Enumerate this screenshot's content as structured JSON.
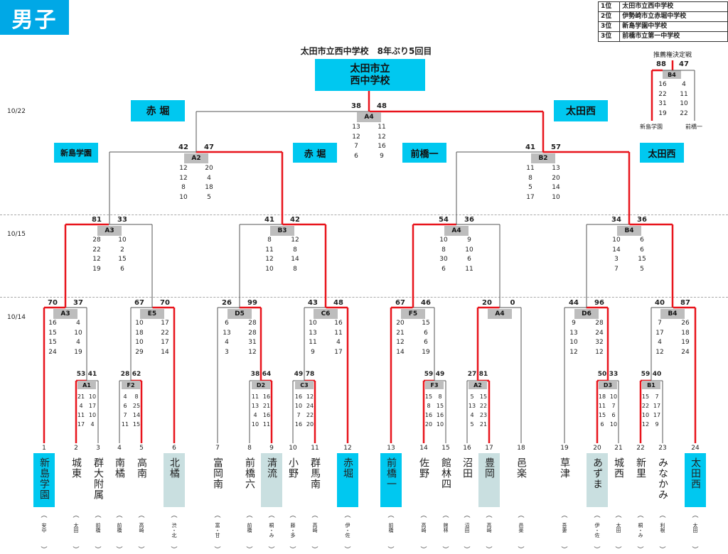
{
  "header": {
    "category": "男子",
    "title": "太田市立西中学校　8年ぶり5回目",
    "champion_line1": "太田市立",
    "champion_line2": "西中学校"
  },
  "rankings": [
    {
      "rank": "1位",
      "school": "太田市立西中学校"
    },
    {
      "rank": "2位",
      "school": "伊勢崎市立赤堀中学校"
    },
    {
      "rank": "3位",
      "school": "新島学園中学校"
    },
    {
      "rank": "3位",
      "school": "前橋市立第一中学校"
    }
  ],
  "dates": {
    "d1": "10/22",
    "d2": "10/15",
    "d3": "10/14"
  },
  "winner_boxes": {
    "akahori_top": "赤 堀",
    "ota_west_top": "太田西",
    "shinjima": "新島学園",
    "akahori_mid": "赤 堀",
    "maebashi1": "前橋一",
    "ota_west_mid": "太田西"
  },
  "recommend": {
    "label": "推薦権決定戦",
    "court": "B4",
    "score_left": "88",
    "score_right": "47",
    "left": [
      "16",
      "22",
      "31",
      "19"
    ],
    "right": [
      "4",
      "11",
      "10",
      "22"
    ],
    "team_left": "新島学園",
    "team_right": "前橋一"
  },
  "final": {
    "court": "A4",
    "score_left": "38",
    "score_right": "48",
    "left": [
      "13",
      "12",
      "7",
      "6"
    ],
    "right": [
      "11",
      "12",
      "16",
      "9"
    ]
  },
  "semis": [
    {
      "court": "A2",
      "score_left": "42",
      "score_right": "47",
      "left": [
        "12",
        "12",
        "8",
        "10"
      ],
      "right": [
        "20",
        "4",
        "18",
        "5"
      ]
    },
    {
      "court": "B2",
      "score_left": "41",
      "score_right": "57",
      "left": [
        "11",
        "8",
        "5",
        "17"
      ],
      "right": [
        "13",
        "20",
        "14",
        "10"
      ]
    }
  ],
  "quarters": [
    {
      "court": "A3",
      "score_left": "81",
      "score_right": "33",
      "left": [
        "28",
        "22",
        "12",
        "19"
      ],
      "right": [
        "10",
        "2",
        "15",
        "6"
      ]
    },
    {
      "court": "B3",
      "score_left": "41",
      "score_right": "42",
      "left": [
        "8",
        "11",
        "12",
        "10"
      ],
      "right": [
        "12",
        "8",
        "14",
        "8"
      ]
    },
    {
      "court": "A4",
      "score_left": "54",
      "score_right": "36",
      "left": [
        "10",
        "8",
        "30",
        "6"
      ],
      "right": [
        "9",
        "10",
        "6",
        "11"
      ]
    },
    {
      "court": "B4",
      "score_left": "34",
      "score_right": "36",
      "left": [
        "10",
        "14",
        "3",
        "7"
      ],
      "right": [
        "6",
        "6",
        "15",
        "5"
      ]
    }
  ],
  "round2": [
    {
      "court": "A3",
      "score_left": "70",
      "score_right": "37",
      "left": [
        "16",
        "15",
        "15",
        "24"
      ],
      "right": [
        "4",
        "10",
        "4",
        "19"
      ]
    },
    {
      "court": "E5",
      "score_left": "67",
      "score_right": "70",
      "left": [
        "10",
        "18",
        "10",
        "29"
      ],
      "right": [
        "17",
        "22",
        "17",
        "14"
      ]
    },
    {
      "court": "D5",
      "score_left": "26",
      "score_right": "99",
      "left": [
        "6",
        "13",
        "4",
        "3"
      ],
      "right": [
        "28",
        "28",
        "31",
        "12"
      ]
    },
    {
      "court": "C6",
      "score_left": "43",
      "score_right": "48",
      "left": [
        "10",
        "13",
        "11",
        "9"
      ],
      "right": [
        "16",
        "11",
        "4",
        "17"
      ]
    },
    {
      "court": "F5",
      "score_left": "67",
      "score_right": "46",
      "left": [
        "20",
        "21",
        "12",
        "14"
      ],
      "right": [
        "15",
        "6",
        "6",
        "19"
      ]
    },
    {
      "court": "A4",
      "score_left": "20",
      "score_right": "0",
      "left": [],
      "right": []
    },
    {
      "court": "D6",
      "score_left": "44",
      "score_right": "96",
      "left": [
        "9",
        "13",
        "10",
        "12"
      ],
      "right": [
        "28",
        "24",
        "32",
        "12"
      ]
    },
    {
      "court": "B4",
      "score_left": "40",
      "score_right": "87",
      "left": [
        "7",
        "17",
        "4",
        "12"
      ],
      "right": [
        "26",
        "18",
        "19",
        "24"
      ]
    }
  ],
  "round1": [
    {
      "court": "A1",
      "score_left": "53",
      "score_right": "41",
      "left": [
        "21",
        "4",
        "11",
        "17"
      ],
      "right": [
        "10",
        "17",
        "10",
        "4"
      ]
    },
    {
      "court": "F2",
      "score_left": "28",
      "score_right": "62",
      "left": [
        "4",
        "6",
        "7",
        "11"
      ],
      "right": [
        "8",
        "25",
        "14",
        "15"
      ]
    },
    {
      "court": "D2",
      "score_left": "38",
      "score_right": "64",
      "left": [
        "11",
        "13",
        "4",
        "10"
      ],
      "right": [
        "16",
        "21",
        "16",
        "11"
      ]
    },
    {
      "court": "C3",
      "score_left": "49",
      "score_right": "78",
      "left": [
        "16",
        "10",
        "7",
        "16"
      ],
      "right": [
        "12",
        "24",
        "22",
        "20"
      ]
    },
    {
      "court": "F3",
      "score_left": "59",
      "score_right": "49",
      "left": [
        "15",
        "8",
        "16",
        "20"
      ],
      "right": [
        "8",
        "15",
        "16",
        "10"
      ]
    },
    {
      "court": "A2",
      "score_left": "27",
      "score_right": "81",
      "left": [
        "5",
        "13",
        "4",
        "5"
      ],
      "right": [
        "15",
        "22",
        "23",
        "21"
      ]
    },
    {
      "court": "D3",
      "score_left": "50",
      "score_right": "33",
      "left": [
        "18",
        "11",
        "15",
        "6"
      ],
      "right": [
        "10",
        "7",
        "6",
        "10"
      ]
    },
    {
      "court": "B1",
      "score_left": "59",
      "score_right": "40",
      "left": [
        "15",
        "22",
        "10",
        "12"
      ],
      "right": [
        "7",
        "17",
        "17",
        "9"
      ]
    }
  ],
  "teams": [
    {
      "seed": "1",
      "name": "新島学園",
      "school": "安中",
      "hl": "blue"
    },
    {
      "seed": "2",
      "name": "城東",
      "school": "太田",
      "hl": ""
    },
    {
      "seed": "3",
      "name": "群大附属",
      "school": "前橋",
      "hl": ""
    },
    {
      "seed": "4",
      "name": "南橘",
      "school": "前橋",
      "hl": ""
    },
    {
      "seed": "5",
      "name": "高南",
      "school": "高崎",
      "hl": ""
    },
    {
      "seed": "6",
      "name": "北橘",
      "school": "渋・北",
      "hl": "gray"
    },
    {
      "seed": "7",
      "name": "富岡南",
      "school": "富・甘",
      "hl": ""
    },
    {
      "seed": "8",
      "name": "前橋六",
      "school": "前橋",
      "hl": ""
    },
    {
      "seed": "9",
      "name": "清流",
      "school": "桐・み",
      "hl": "gray"
    },
    {
      "seed": "10",
      "name": "小野",
      "school": "藤・多",
      "hl": ""
    },
    {
      "seed": "11",
      "name": "群馬南",
      "school": "高崎",
      "hl": ""
    },
    {
      "seed": "12",
      "name": "赤堀",
      "school": "伊・佐",
      "hl": "blue"
    },
    {
      "seed": "13",
      "name": "前橋一",
      "school": "前橋",
      "hl": "blue"
    },
    {
      "seed": "14",
      "name": "佐野",
      "school": "高崎",
      "hl": ""
    },
    {
      "seed": "15",
      "name": "館林四",
      "school": "館林",
      "hl": ""
    },
    {
      "seed": "16",
      "name": "沼田",
      "school": "沼田",
      "hl": ""
    },
    {
      "seed": "17",
      "name": "豊岡",
      "school": "高崎",
      "hl": "gray"
    },
    {
      "seed": "18",
      "name": "邑楽",
      "school": "邑楽",
      "hl": ""
    },
    {
      "seed": "19",
      "name": "草津",
      "school": "吾妻",
      "hl": ""
    },
    {
      "seed": "20",
      "name": "あずま",
      "school": "伊・佐",
      "hl": "gray"
    },
    {
      "seed": "21",
      "name": "城西",
      "school": "太田",
      "hl": ""
    },
    {
      "seed": "22",
      "name": "新里",
      "school": "桐・み",
      "hl": ""
    },
    {
      "seed": "23",
      "name": "みなかみ",
      "school": "利根",
      "hl": ""
    },
    {
      "seed": "24",
      "name": "太田西",
      "school": "太田",
      "hl": "blue"
    }
  ],
  "colors": {
    "win": "#e8141c",
    "line": "#555555",
    "accent": "#00c8f0",
    "court": "#bdbdbd"
  }
}
